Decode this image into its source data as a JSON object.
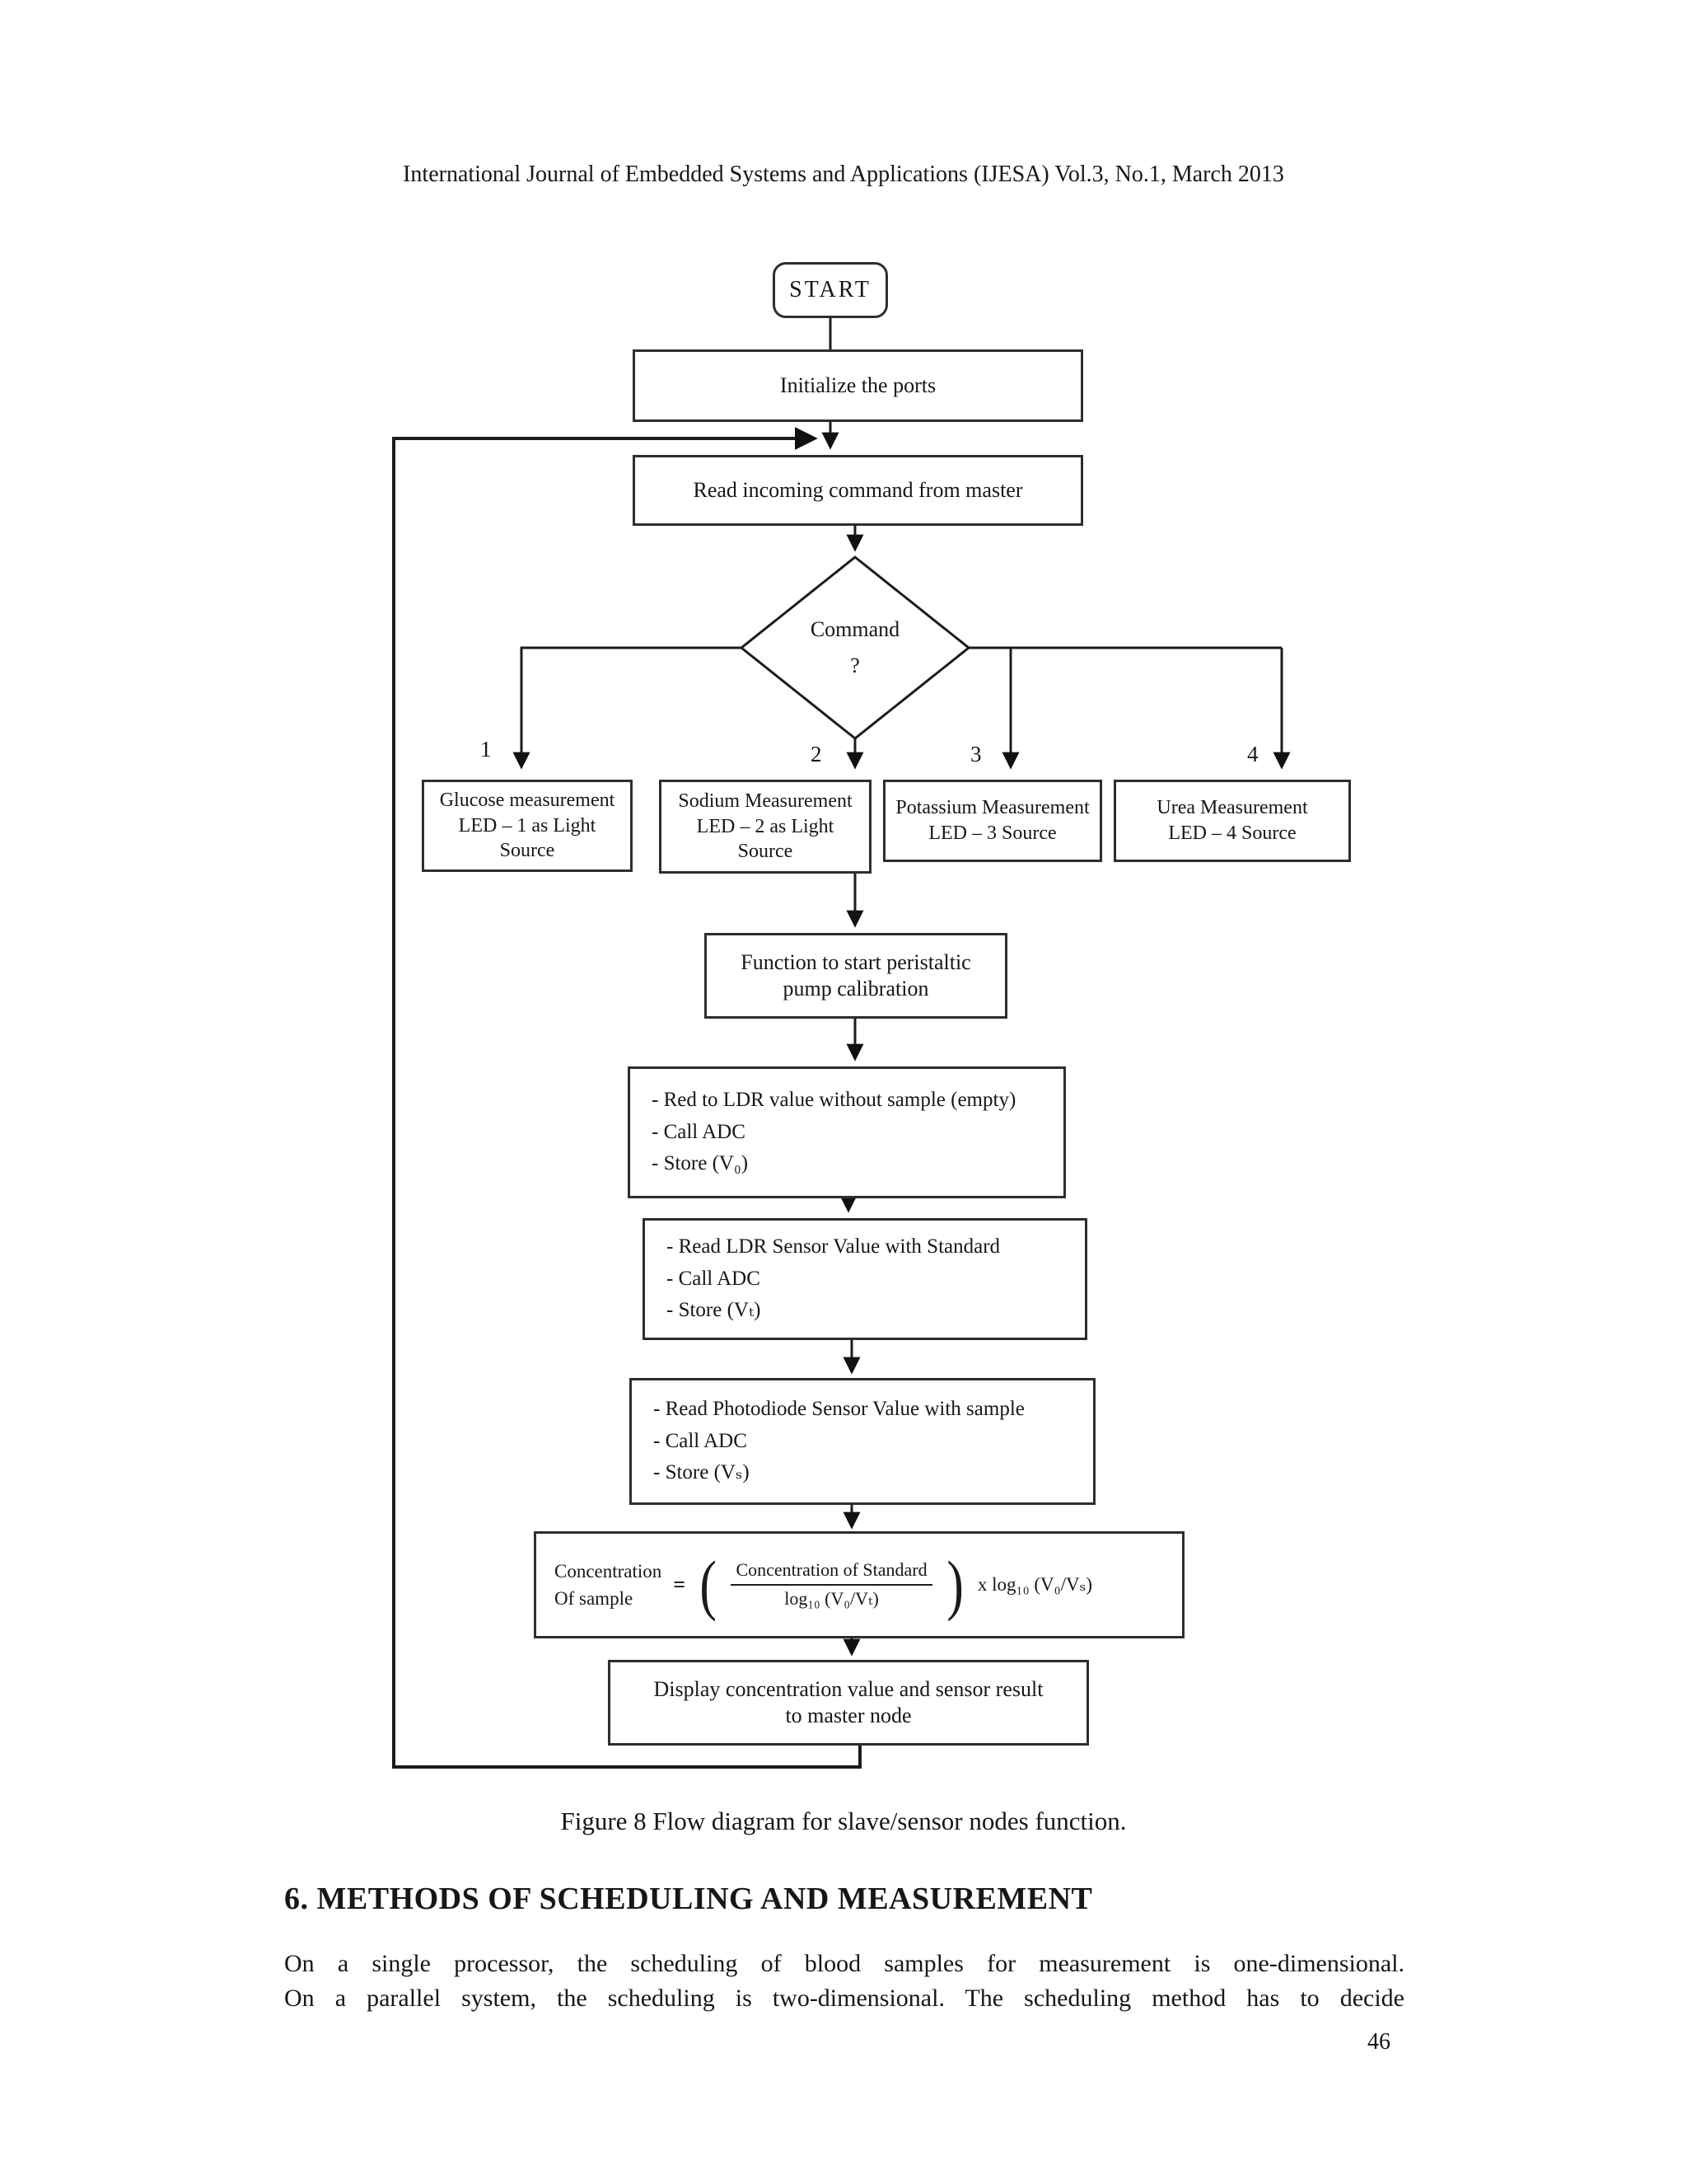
{
  "page": {
    "header": "International Journal of Embedded Systems and Applications (IJESA) Vol.3, No.1, March 2013",
    "caption": "Figure  8 Flow diagram for slave/sensor nodes function.",
    "section_heading": "6. METHODS OF SCHEDULING AND MEASUREMENT",
    "body_line1": "On a single processor, the scheduling of blood samples for measurement is one-dimensional.",
    "body_line2": "On a parallel system, the scheduling is two-dimensional. The scheduling method has to decide",
    "page_number": "46"
  },
  "flowchart": {
    "start_label": "START",
    "init_label": "Initialize the ports",
    "read_label": "Read incoming command from master",
    "decision": {
      "line1": "Command",
      "line2": "?"
    },
    "branch_labels": {
      "b1": "1",
      "b2": "2",
      "b3": "3",
      "b4": "4"
    },
    "measure_boxes": {
      "glucose": {
        "l1": "Glucose measurement",
        "l2": "LED – 1 as Light",
        "l3": "Source"
      },
      "sodium": {
        "l1": "Sodium Measurement",
        "l2": "LED – 2 as Light",
        "l3": "Source"
      },
      "potassium": {
        "l1": "Potassium Measurement",
        "l2": "LED – 3 Source"
      },
      "urea": {
        "l1": "Urea Measurement",
        "l2": "LED – 4 Source"
      }
    },
    "pump": {
      "l1": "Function to start peristaltic",
      "l2": "pump calibration"
    },
    "ldr_empty": {
      "l1": "- Red to LDR value without sample (empty)",
      "l2": "- Call ADC",
      "l3": "- Store (V₀)"
    },
    "ldr_standard": {
      "l1": "- Read LDR Sensor Value with Standard",
      "l2": "- Call ADC",
      "l3": "- Store (Vₜ)"
    },
    "photodiode": {
      "l1": "- Read Photodiode Sensor Value with sample",
      "l2": "- Call ADC",
      "l3": "- Store (Vₛ)"
    },
    "formula": {
      "lhs1": "Concentration",
      "lhs2": "Of sample",
      "equals": "=",
      "paren_open": "(",
      "paren_close": ")",
      "numerator": "Concentration of Standard",
      "denominator": "log₁₀ (V₀/Vₜ)",
      "multiplier": "x log₁₀ (V₀/Vₛ)"
    },
    "display": {
      "l1": "Display concentration value and sensor result",
      "l2": "to master node"
    }
  }
}
